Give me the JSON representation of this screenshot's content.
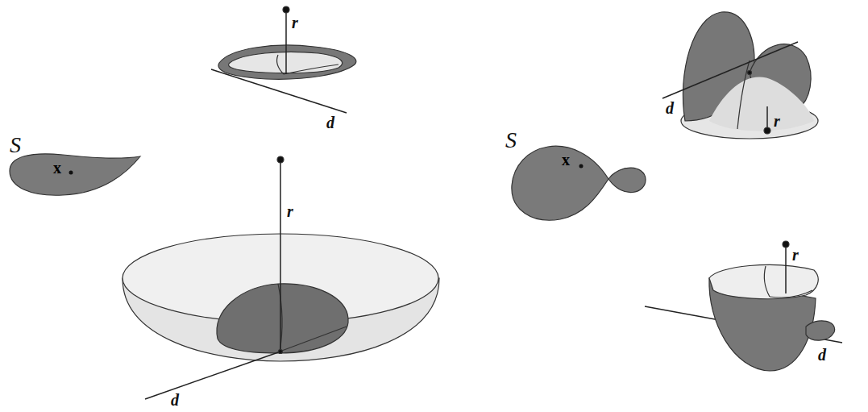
{
  "diagram": {
    "nodes": [
      {
        "text": [
          "S",
          "x"
        ]
      },
      {
        "text": [
          "S",
          "x"
        ]
      }
    ],
    "labels": [
      "r",
      "d",
      "r",
      "d",
      "d",
      "r",
      "r",
      "d"
    ]
  }
}
